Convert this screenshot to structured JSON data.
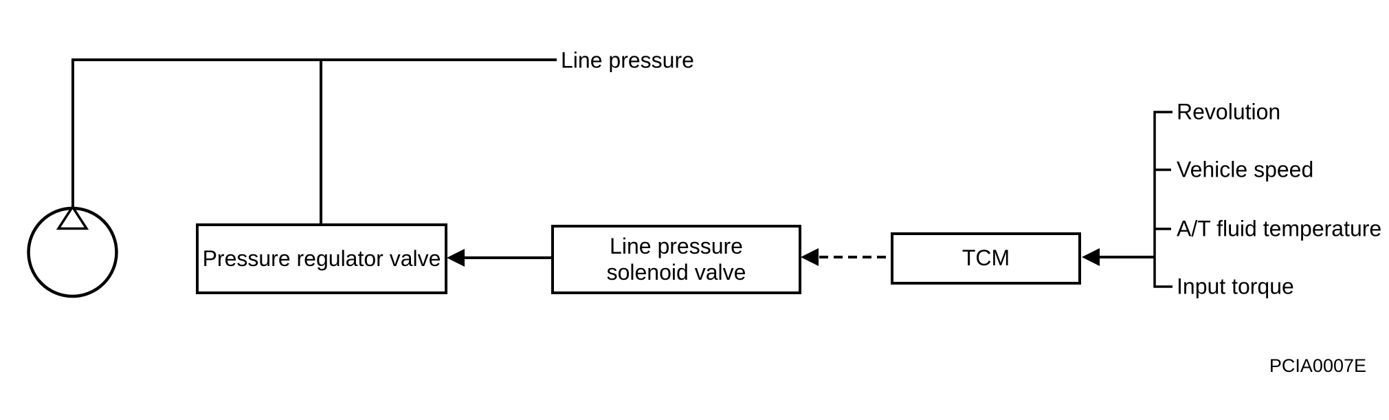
{
  "diagram": {
    "supply_label": "Line pressure",
    "boxes": {
      "regulator": {
        "label": "Pressure regulator valve"
      },
      "solenoid": {
        "lines": [
          "Line pressure",
          "solenoid valve"
        ]
      },
      "tcm": {
        "label": "TCM"
      }
    },
    "tcm_inputs": [
      {
        "label": "Revolution"
      },
      {
        "label": "Vehicle speed"
      },
      {
        "label": "A/T fluid temperature"
      },
      {
        "label": "Input torque"
      }
    ],
    "figure_code": "PCIA0007E",
    "colors": {
      "stroke": "#000000",
      "background": "#ffffff"
    }
  }
}
